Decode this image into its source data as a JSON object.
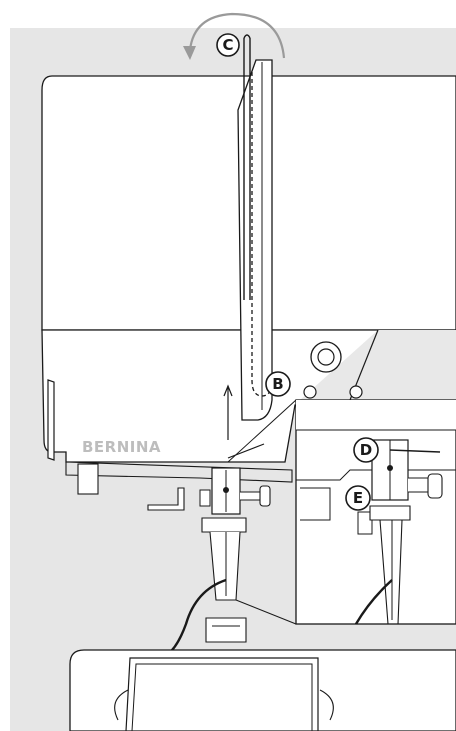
{
  "brand": "BERNINA",
  "callouts": {
    "c": "C",
    "b": "B",
    "d": "D",
    "e": "E"
  },
  "colors": {
    "background_panel": "#e6e6e6",
    "machine_body": "#ffffff",
    "line": "#1a1a1a",
    "rotation_arrow": "#9a9a9a",
    "brand_text": "#bdbdbd"
  },
  "icons": {
    "rotation_arrow": "curved-rotation-arrow",
    "lift_arrow": "up-arrow"
  }
}
